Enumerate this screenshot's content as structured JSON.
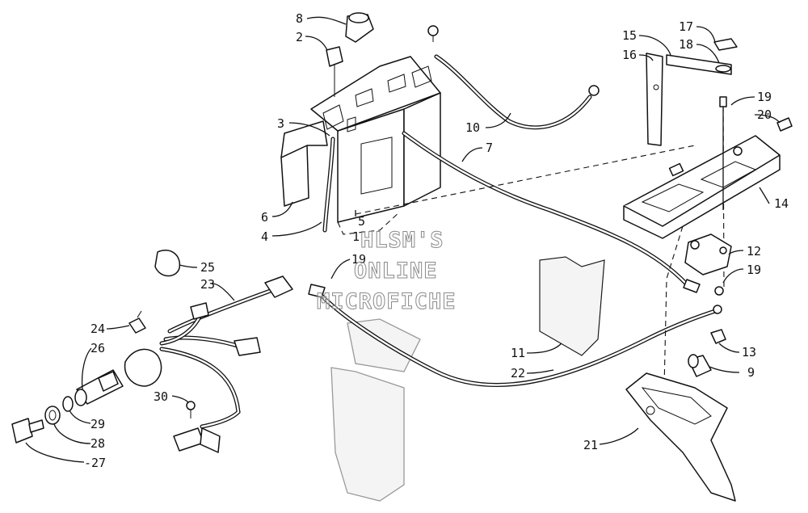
{
  "watermark": {
    "line1": "HLSM'S",
    "line2": "ONLINE",
    "line3": "MICROFICHE"
  },
  "callouts": [
    {
      "id": "c8",
      "text": "8"
    },
    {
      "id": "c2",
      "text": "2"
    },
    {
      "id": "c3",
      "text": "3"
    },
    {
      "id": "c6",
      "text": "6"
    },
    {
      "id": "c4",
      "text": "4"
    },
    {
      "id": "c5",
      "text": "5"
    },
    {
      "id": "c1",
      "text": "1"
    },
    {
      "id": "c10",
      "text": "10"
    },
    {
      "id": "c7",
      "text": "7"
    },
    {
      "id": "c15",
      "text": "15"
    },
    {
      "id": "c16",
      "text": "16"
    },
    {
      "id": "c17",
      "text": "17"
    },
    {
      "id": "c18",
      "text": "18"
    },
    {
      "id": "c19a",
      "text": "19"
    },
    {
      "id": "c20",
      "text": "20"
    },
    {
      "id": "c14",
      "text": "14"
    },
    {
      "id": "c12",
      "text": "12"
    },
    {
      "id": "c19b",
      "text": "19"
    },
    {
      "id": "c19c",
      "text": "19"
    },
    {
      "id": "c25",
      "text": "25"
    },
    {
      "id": "c23",
      "text": "23"
    },
    {
      "id": "c24",
      "text": "24"
    },
    {
      "id": "c26",
      "text": "26"
    },
    {
      "id": "c30",
      "text": "30"
    },
    {
      "id": "c29",
      "text": "29"
    },
    {
      "id": "c28",
      "text": "28"
    },
    {
      "id": "c27",
      "text": "-27"
    },
    {
      "id": "c11",
      "text": "11"
    },
    {
      "id": "c22",
      "text": "22"
    },
    {
      "id": "c13",
      "text": "13"
    },
    {
      "id": "c9",
      "text": "9"
    },
    {
      "id": "c21",
      "text": "21"
    }
  ]
}
